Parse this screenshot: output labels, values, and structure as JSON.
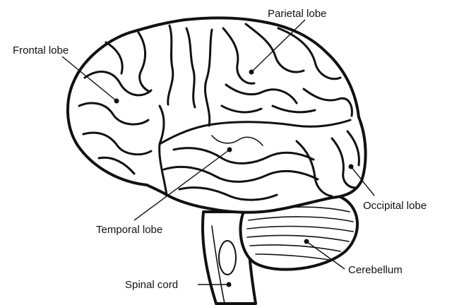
{
  "diagram": {
    "labels": {
      "frontal": "Frontal lobe",
      "parietal": "Parietal lobe",
      "occipital": "Occipital lobe",
      "temporal": "Temporal lobe",
      "cerebellum": "Cerebellum",
      "spinal": "Spinal cord"
    },
    "colors": {
      "ink": "#111111",
      "background": "#ffffff"
    }
  }
}
